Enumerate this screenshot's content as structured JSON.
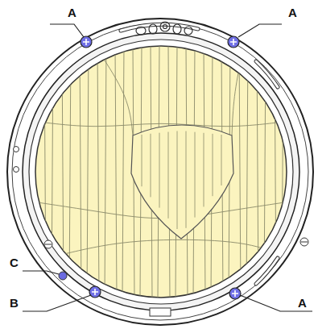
{
  "diagram": {
    "labels": [
      "A",
      "A",
      "C",
      "B",
      "A"
    ]
  }
}
